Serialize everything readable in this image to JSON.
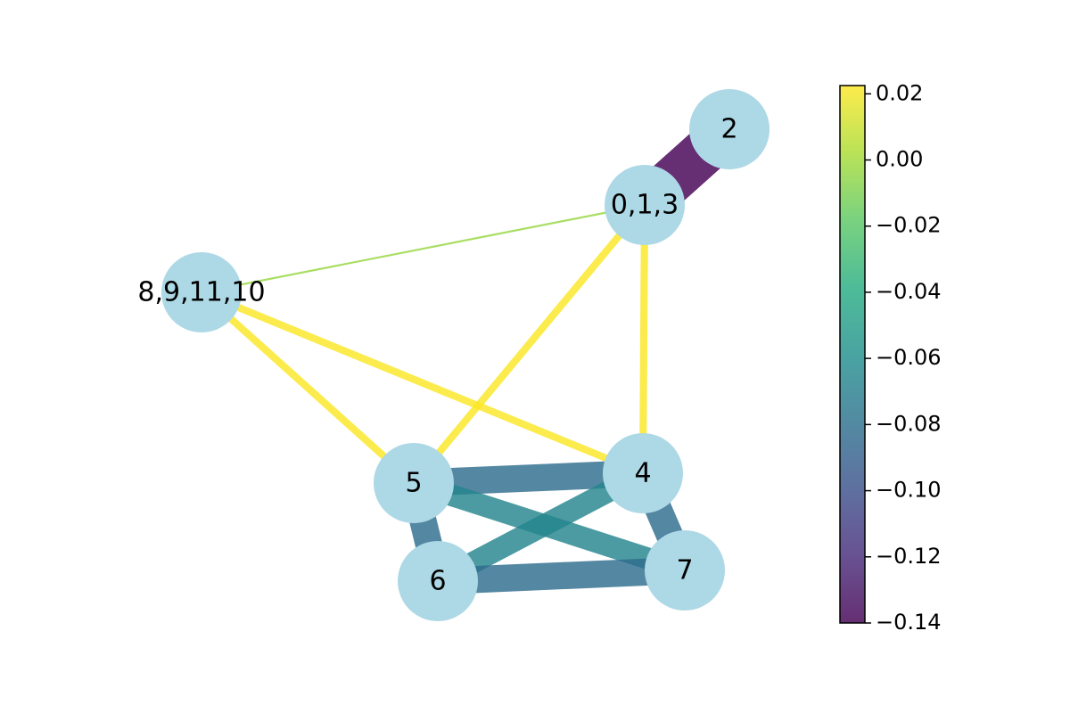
{
  "graph": {
    "nodes": [
      {
        "id": "n013",
        "label": "0,1,3"
      },
      {
        "id": "n2",
        "label": "2"
      },
      {
        "id": "n891110",
        "label": "8,9,11,10"
      },
      {
        "id": "n5",
        "label": "5"
      },
      {
        "id": "n4",
        "label": "4"
      },
      {
        "id": "n6",
        "label": "6"
      },
      {
        "id": "n7",
        "label": "7"
      }
    ],
    "node_color": "#add8e6",
    "edges": [
      {
        "source": "n013",
        "target": "n2",
        "weight": -0.14
      },
      {
        "source": "n013",
        "target": "n891110",
        "weight": -0.003
      },
      {
        "source": "n013",
        "target": "n5",
        "weight": 0.022
      },
      {
        "source": "n013",
        "target": "n4",
        "weight": 0.022
      },
      {
        "source": "n891110",
        "target": "n5",
        "weight": 0.022
      },
      {
        "source": "n891110",
        "target": "n4",
        "weight": 0.022
      },
      {
        "source": "n5",
        "target": "n4",
        "weight": -0.082
      },
      {
        "source": "n5",
        "target": "n6",
        "weight": -0.082
      },
      {
        "source": "n5",
        "target": "n7",
        "weight": -0.066
      },
      {
        "source": "n6",
        "target": "n4",
        "weight": -0.066
      },
      {
        "source": "n6",
        "target": "n7",
        "weight": -0.082
      },
      {
        "source": "n4",
        "target": "n7",
        "weight": -0.082
      }
    ]
  },
  "colorbar": {
    "colormap": "viridis",
    "vmin": -0.14,
    "vmax": 0.0225,
    "ticks": [
      {
        "value": 0.02,
        "label": "0.02"
      },
      {
        "value": 0.0,
        "label": "0.00"
      },
      {
        "value": -0.02,
        "label": "−0.02"
      },
      {
        "value": -0.04,
        "label": "−0.04"
      },
      {
        "value": -0.06,
        "label": "−0.06"
      },
      {
        "value": -0.08,
        "label": "−0.08"
      },
      {
        "value": -0.1,
        "label": "−0.10"
      },
      {
        "value": -0.12,
        "label": "−0.12"
      },
      {
        "value": -0.14,
        "label": "−0.14"
      }
    ]
  }
}
